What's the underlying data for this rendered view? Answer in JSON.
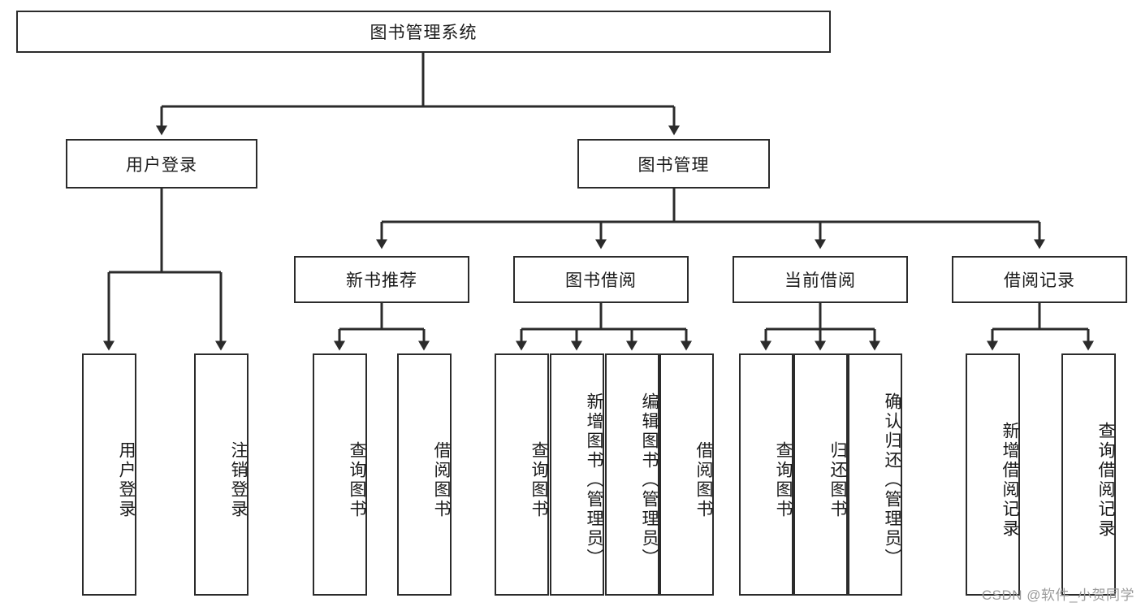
{
  "diagram": {
    "title": "图书管理系统",
    "watermark": "CSDN @软件_小贺同学",
    "colors": {
      "box_border": "#2b2b2b",
      "box_fill": "#ffffff",
      "connector": "#2b2b2b",
      "text": "#1a1a1a",
      "watermark": "#9a9a9a",
      "background": "#ffffff"
    },
    "root": {
      "label": "图书管理系统"
    },
    "level2": [
      {
        "label": "用户登录"
      },
      {
        "label": "图书管理"
      }
    ],
    "level3": [
      {
        "label": "新书推荐"
      },
      {
        "label": "图书借阅"
      },
      {
        "label": "当前借阅"
      },
      {
        "label": "借阅记录"
      }
    ],
    "leaves": {
      "user_login": [
        {
          "label": "用户登录"
        },
        {
          "label": "注销登录"
        }
      ],
      "new_book_recommend": [
        {
          "label": "查询图书"
        },
        {
          "label": "借阅图书"
        }
      ],
      "book_borrow": [
        {
          "label": "查询图书"
        },
        {
          "label": "新增图书（管理员）"
        },
        {
          "label": "编辑图书（管理员）"
        },
        {
          "label": "借阅图书"
        }
      ],
      "current_borrow": [
        {
          "label": "查询图书"
        },
        {
          "label": "归还图书"
        },
        {
          "label": "确认归还（管理员）"
        }
      ],
      "borrow_record": [
        {
          "label": "新增借阅记录"
        },
        {
          "label": "查询借阅记录"
        }
      ]
    }
  }
}
